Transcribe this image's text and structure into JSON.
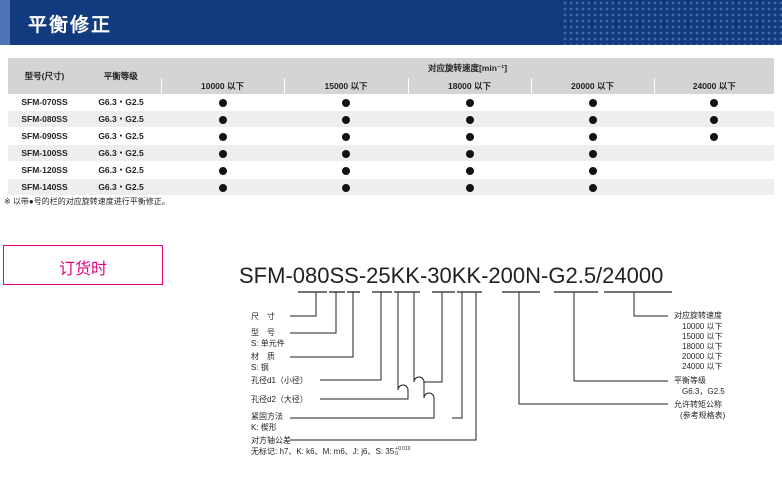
{
  "header": {
    "title": "平衡修正"
  },
  "table": {
    "col_model": "型号(尺寸)",
    "col_grade": "平衡等级",
    "col_speed_group": "对应旋转速度[min⁻¹]",
    "speed_cols": [
      "10000 以下",
      "15000 以下",
      "18000 以下",
      "20000 以下",
      "24000 以下"
    ],
    "rows": [
      {
        "model": "SFM-070SS",
        "grade": "G6.3・G2.5",
        "marks": [
          true,
          true,
          true,
          true,
          true
        ]
      },
      {
        "model": "SFM-080SS",
        "grade": "G6.3・G2.5",
        "marks": [
          true,
          true,
          true,
          true,
          true
        ]
      },
      {
        "model": "SFM-090SS",
        "grade": "G6.3・G2.5",
        "marks": [
          true,
          true,
          true,
          true,
          true
        ]
      },
      {
        "model": "SFM-100SS",
        "grade": "G6.3・G2.5",
        "marks": [
          true,
          true,
          true,
          true,
          false
        ]
      },
      {
        "model": "SFM-120SS",
        "grade": "G6.3・G2.5",
        "marks": [
          true,
          true,
          true,
          true,
          false
        ]
      },
      {
        "model": "SFM-140SS",
        "grade": "G6.3・G2.5",
        "marks": [
          true,
          true,
          true,
          true,
          false
        ]
      }
    ],
    "note": "※ 以带●号的栏的对应旋转速度进行平衡修正。"
  },
  "order": {
    "title": "订货时",
    "model_code": "SFM-080SS-25KK-30KK-200N-G2.5/24000",
    "labels": {
      "size": "尺　寸",
      "type": "型　号",
      "type_s": "S: 单元件",
      "material": "材　质",
      "material_s": "S: 钢",
      "bore_d1": "孔径d1（小径）",
      "bore_d2": "孔径d2（大径）",
      "fastening": "紧固方法",
      "fastening_k": "K: 楔形",
      "tolerance": "对方轴公差",
      "tolerance_detail": "无标记: h7、K: k6、M: m6、J: j6、S: 35",
      "tolerance_sup": "+0.010",
      "tolerance_sub": "0",
      "speed_title": "对应旋转速度",
      "speeds": [
        "10000 以下",
        "15000 以下",
        "18000 以下",
        "20000 以下",
        "24000 以下"
      ],
      "grade_title": "平衡等级",
      "grade_values": "G6.3，G2.5",
      "torque_title": "允许转矩公称",
      "torque_note": "(参考规格表)"
    }
  }
}
